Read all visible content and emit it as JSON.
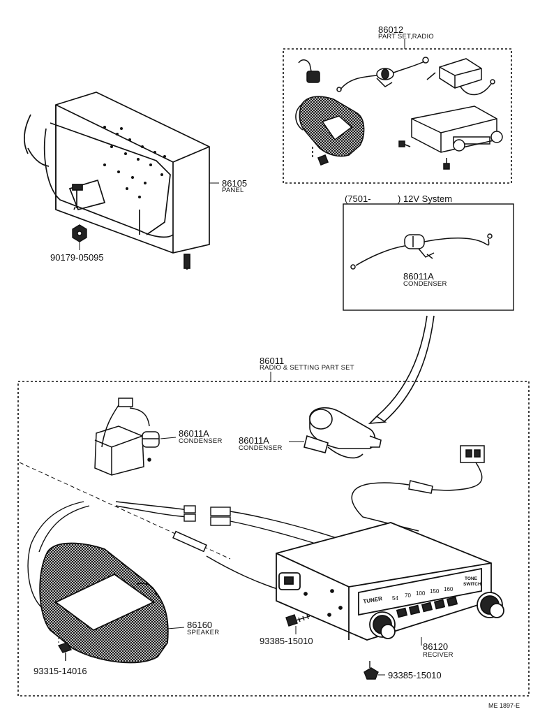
{
  "diagram": {
    "parts": {
      "part_set_radio": {
        "number": "86012",
        "name": "PART SET,RADIO"
      },
      "panel": {
        "number": "86105",
        "name": "PANEL"
      },
      "panel_bolt": {
        "number": "90179-05095"
      },
      "system_box": {
        "range_open": "(7501-",
        "range_close": ") 12V System"
      },
      "condenser_box": {
        "number": "86011A",
        "name": "CONDENSER"
      },
      "radio_setting_set": {
        "number": "86011",
        "name": "RADIO & SETTING PART SET"
      },
      "condenser_left": {
        "number": "86011A",
        "name": "CONDENSER"
      },
      "condenser_mid": {
        "number": "86011A",
        "name": "CONDENSER"
      },
      "speaker": {
        "number": "86160",
        "name": "SPEAKER"
      },
      "speaker_screw": {
        "number": "93315-14016"
      },
      "receiver_screw_left": {
        "number": "93385-15010"
      },
      "receiver": {
        "number": "86120",
        "name": "RECIVER"
      },
      "receiver_screw_bottom": {
        "number": "93385-15010"
      }
    },
    "dial": {
      "tuner": "TUNER",
      "tone": "TONE",
      "switch": "SWITCH",
      "scale": [
        "54",
        "70",
        "100",
        "150",
        "160"
      ]
    },
    "footer_code": "ME 1897-E"
  }
}
